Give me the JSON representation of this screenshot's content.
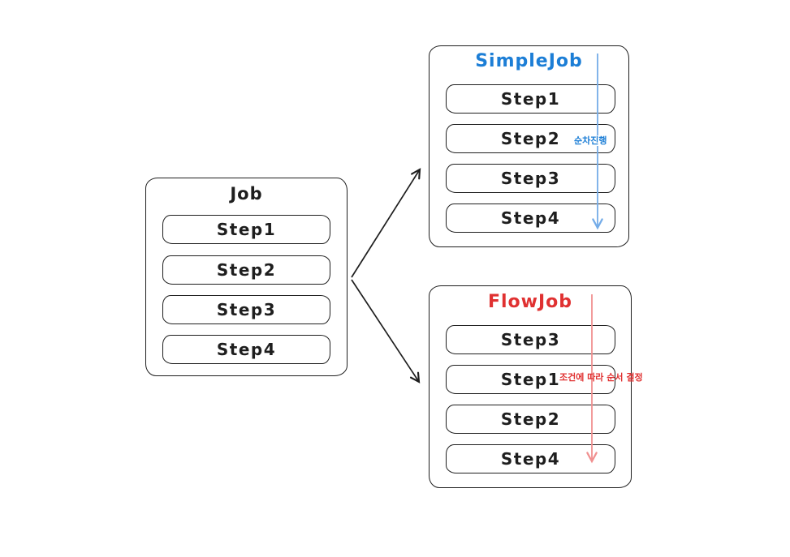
{
  "colors": {
    "stroke": "#1e1e1e",
    "blue": "#1c7ed6",
    "blue_light": "#74ace8",
    "red": "#e03131",
    "red_light": "#f09090"
  },
  "job": {
    "title": "Job",
    "steps": [
      "Step1",
      "Step2",
      "Step3",
      "Step4"
    ]
  },
  "simple_job": {
    "title": "SimpleJob",
    "steps": [
      "Step1",
      "Step2",
      "Step3",
      "Step4"
    ],
    "annotation": "순차진행"
  },
  "flow_job": {
    "title": "FlowJob",
    "steps": [
      "Step3",
      "Step1",
      "Step2",
      "Step4"
    ],
    "annotation": "조건에 따라 순서 결정"
  }
}
